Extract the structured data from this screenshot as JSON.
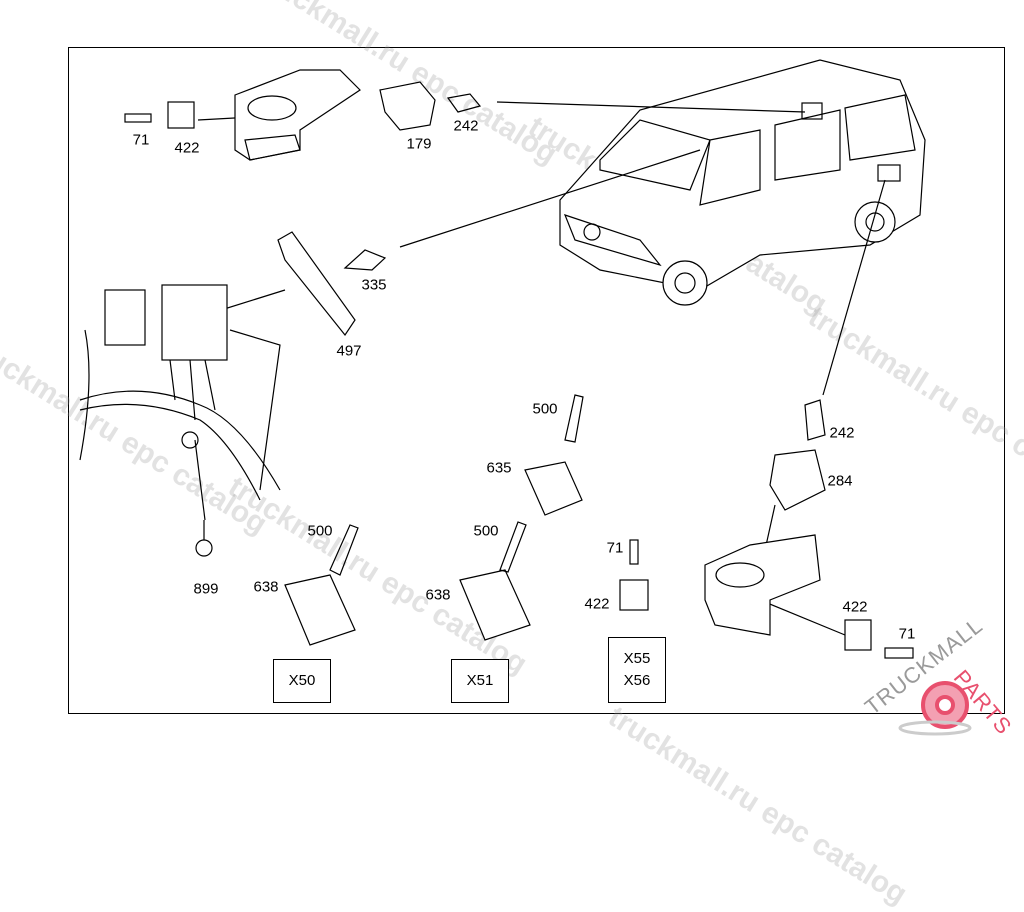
{
  "watermark": {
    "text": "truckmall.ru epc catalog"
  },
  "logo": {
    "part1": "TRUCKMALL",
    "part2": "PARTS",
    "color_gray": "#9a9a9a",
    "color_red": "#e8506e"
  },
  "callouts": {
    "c71a": "71",
    "c422a": "422",
    "c179": "179",
    "c242a": "242",
    "c335": "335",
    "c497": "497",
    "c500a": "500",
    "c635": "635",
    "c242b": "242",
    "c284": "284",
    "c500b": "500",
    "c500c": "500",
    "c71b": "71",
    "c899": "899",
    "c638a": "638",
    "c638b": "638",
    "c422b": "422",
    "c422c": "422",
    "c71c": "71"
  },
  "connector_boxes": {
    "x50": "X50",
    "x51": "X51",
    "x55": "X55",
    "x56": "X56"
  }
}
